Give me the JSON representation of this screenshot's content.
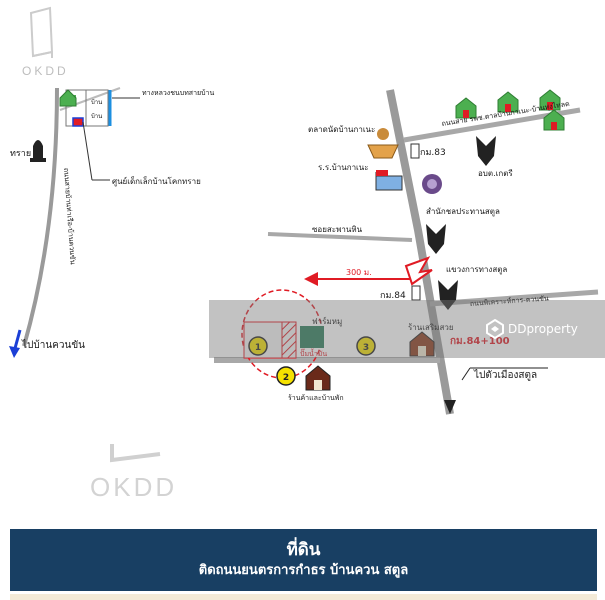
{
  "watermark": {
    "brand_top": "OKDD",
    "brand_middle": "OKDD",
    "overlay_brand": "DDproperty"
  },
  "map": {
    "top_left_inset": {
      "road_label_top": "ทางหลวงชนบทสายบ้าน",
      "school_label": "ศูนย์เด็กเล็กบ้านโคกทราย",
      "temple_label": "ทราย",
      "road_vertical_label": "ถนนสายบ้านท่าเรือ-บ้านควนขัน",
      "to_town_label": "ไปบ้านควนขัน"
    },
    "labels": {
      "market": "ตลาดนัดบ้านกาเนะ",
      "school": "ร.ร.บ้านกาเนะ",
      "km83": "กม.83",
      "road_top": "ถนนสาย รพช.ตาลบ้านกาเนะ-บ้านทุ่งไหลด",
      "tambon_office": "อบต.เกตรี",
      "agri_office": "สำนักชลประทานสตูล",
      "soi_label": "ซอยสะพานหิน",
      "highway_office": "แขวงการทางสตูล",
      "distance_300": "300 ม.",
      "km84": "กม.84",
      "road_right": "ถนนพิเคราะห์การ-ควนขัน",
      "farm": "ฟาร์มหมู",
      "shop": "ร้านเสริมสวย",
      "km84_plus": "กม.84+100",
      "gas_station": "ปั๊มน้ำมัน",
      "to_satun": "ไปตัวเมืองสตูล",
      "below_house": "ร้านค้าและบ้านพัก",
      "marker_1": "1",
      "marker_2": "2",
      "marker_3": "3"
    }
  },
  "banner": {
    "title": "ที่ดิน",
    "subtitle": "ติดถนนยนตรการกำธร บ้านควน สตูล"
  },
  "colors": {
    "banner_bg": "#183f63",
    "accent_red": "#e01b24",
    "marker_yellow": "#f5e100",
    "road_gray": "#8c8c8c",
    "arrow_blue": "#1b3fd6"
  }
}
